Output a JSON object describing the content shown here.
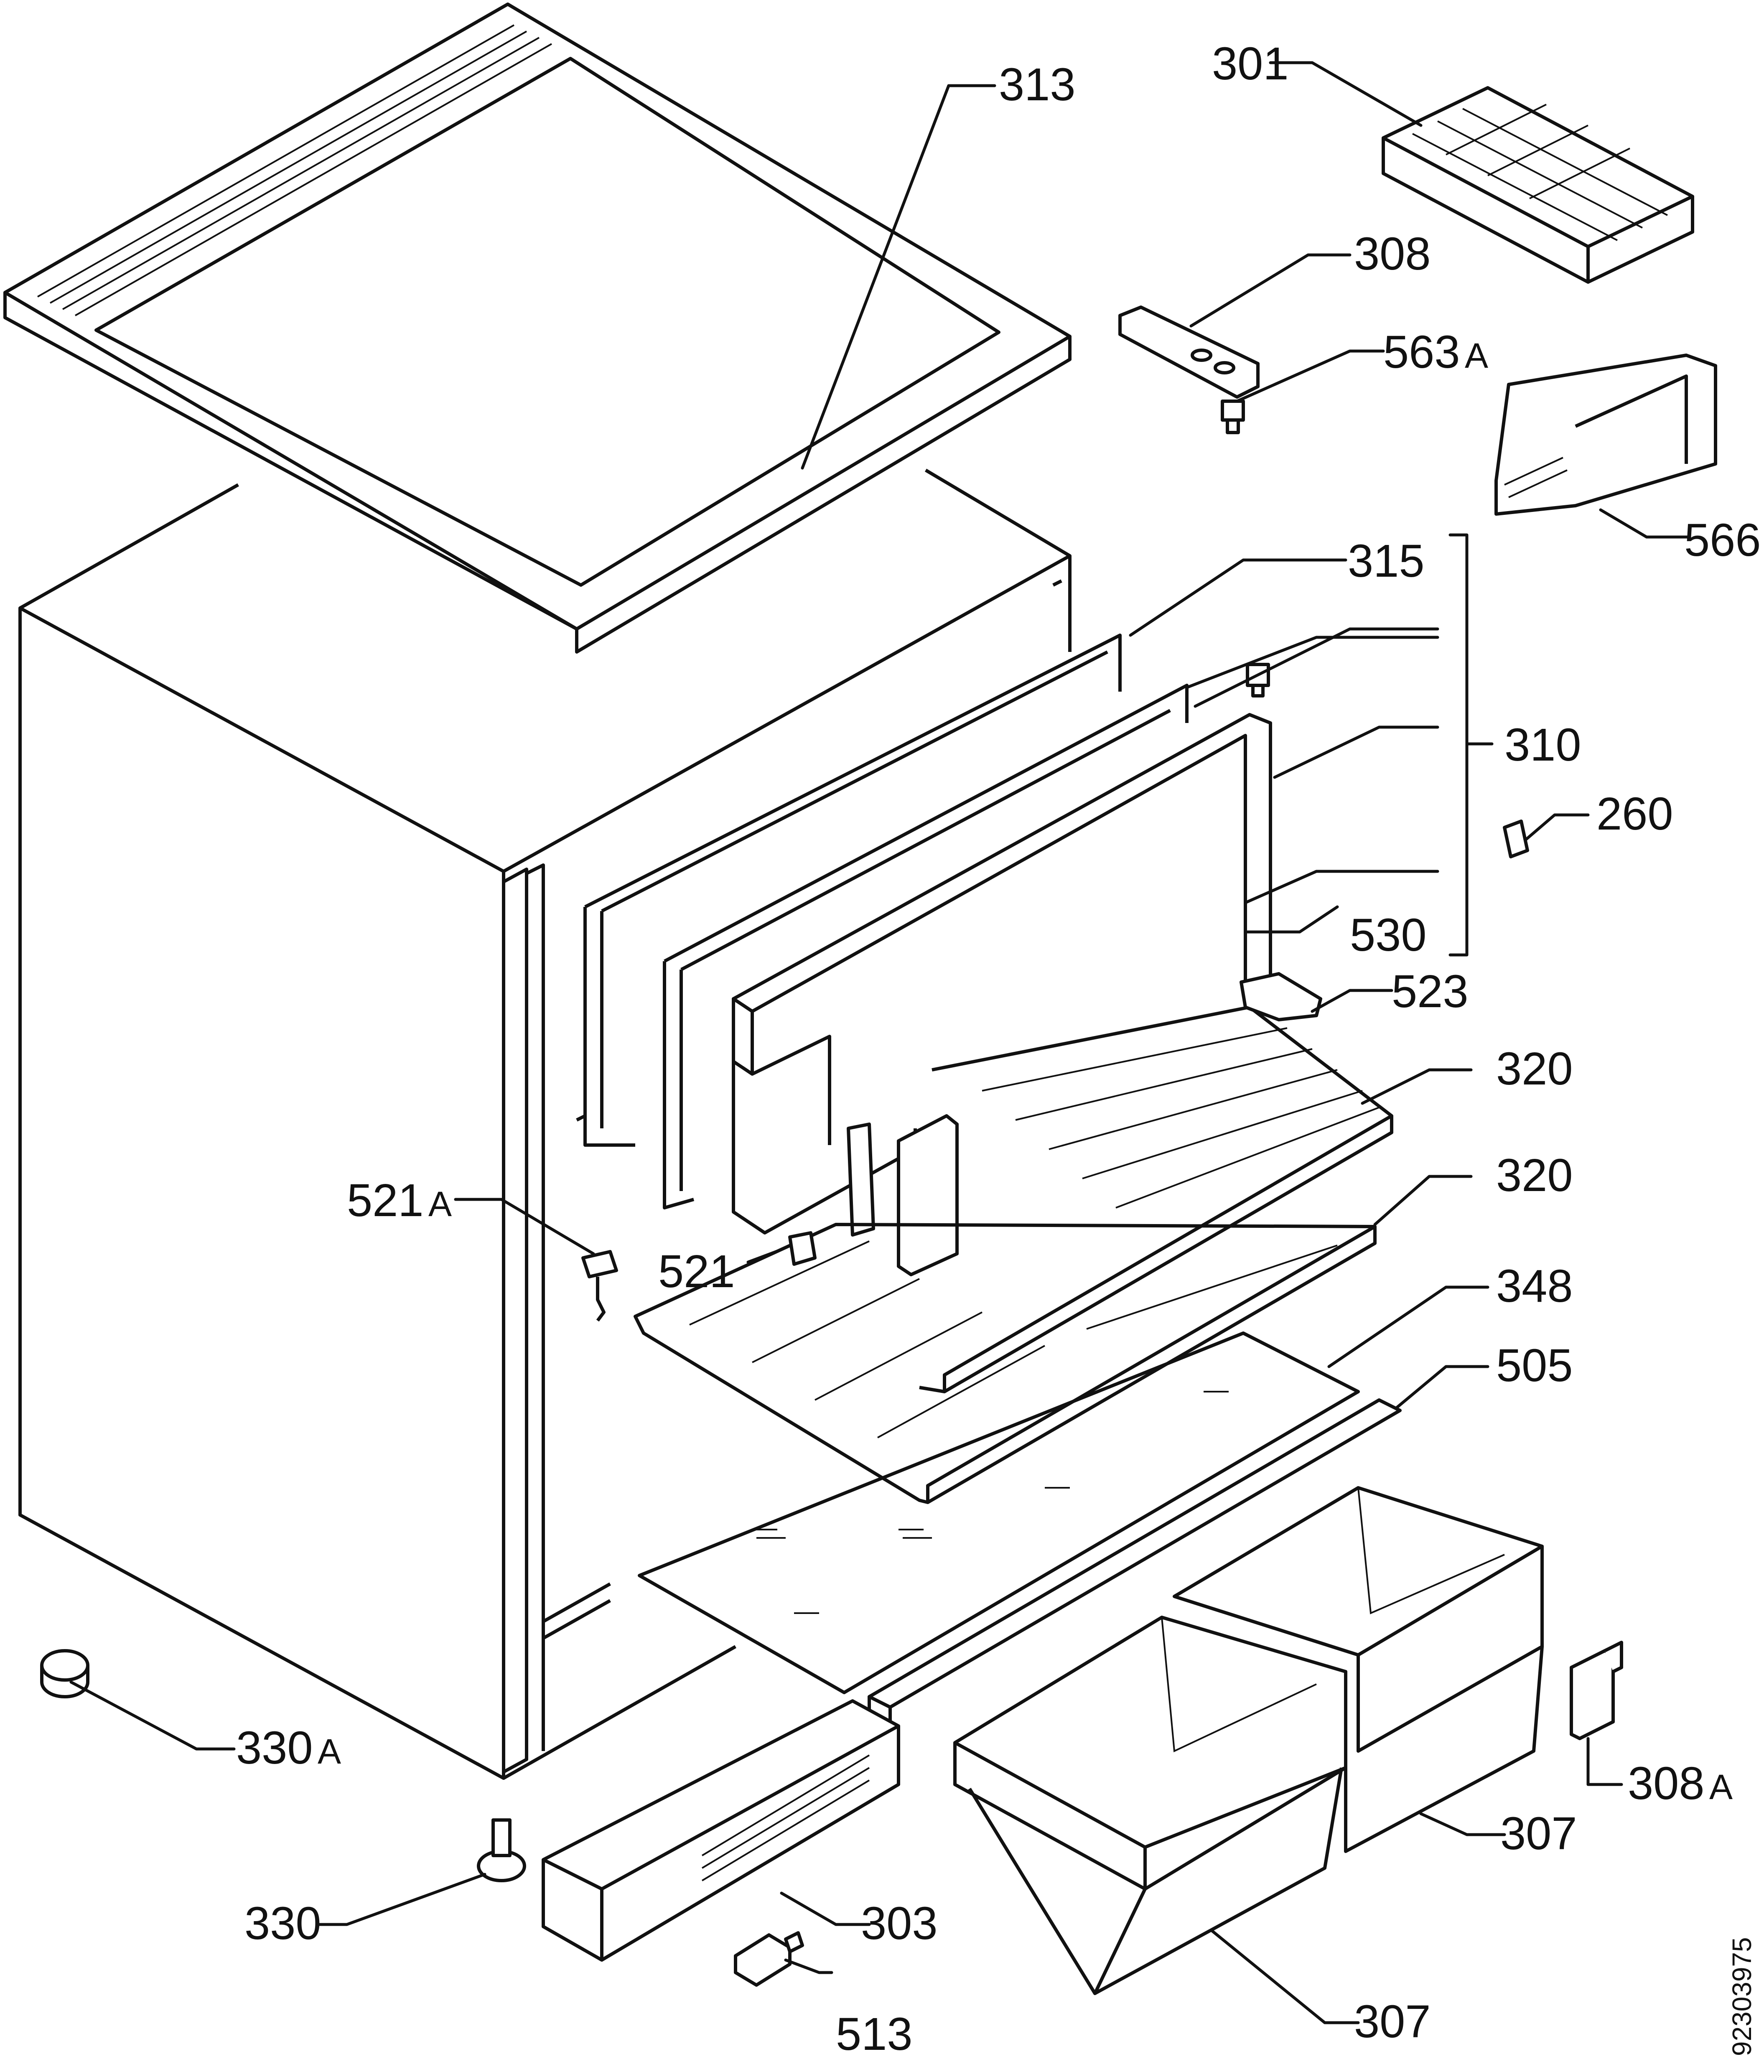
{
  "callouts": {
    "p313": "313",
    "p301": "301",
    "p308": "308",
    "p563": "563",
    "p563_suffix": "A",
    "p566": "566",
    "p315": "315",
    "p310": "310",
    "p260": "260",
    "p530": "530",
    "p523": "523",
    "p320a": "320",
    "p320b": "320",
    "p521a": "521",
    "p521a_suffix": "A",
    "p521": "521",
    "p348": "348",
    "p505": "505",
    "p330a": "330",
    "p330a_suffix": "A",
    "p308a": "308",
    "p308a_suffix": "A",
    "p307a": "307",
    "p330": "330",
    "p303": "303",
    "p513": "513",
    "p307b": "307"
  },
  "drawing_number": "92303975"
}
